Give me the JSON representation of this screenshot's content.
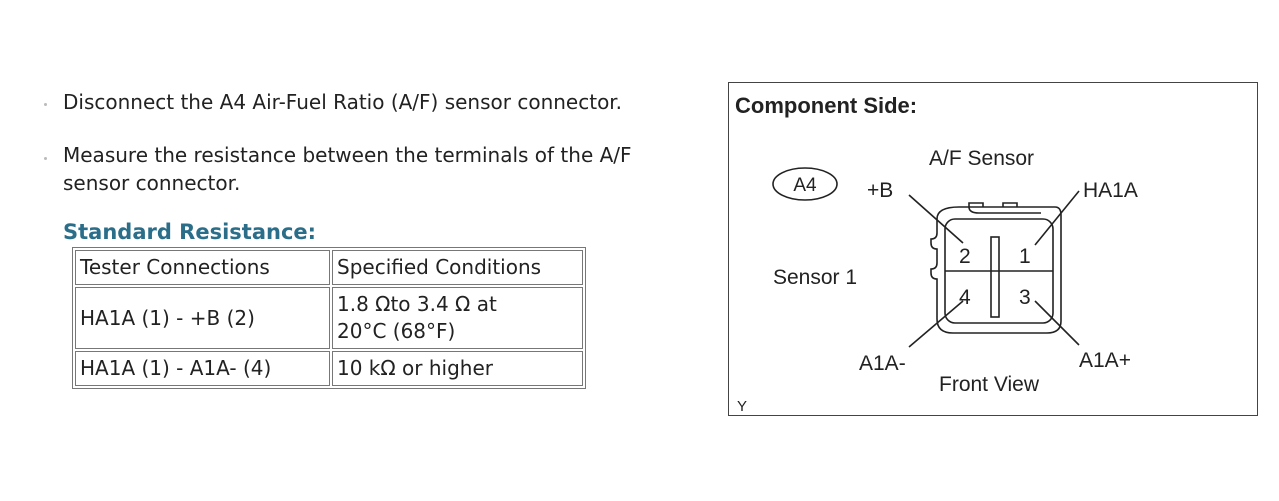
{
  "steps": [
    {
      "text": "Disconnect the A4 Air-Fuel Ratio (A/F) sensor connector."
    },
    {
      "line1": "Measure the resistance between the terminals of the A/F",
      "line2": "sensor connector."
    }
  ],
  "standard_resistance": {
    "heading": "Standard Resistance:",
    "columns": [
      "Tester Connections",
      "Specified Conditions"
    ],
    "rows": [
      {
        "connection": "HA1A (1) - +B (2)",
        "condition_line1": "1.8 Ωto 3.4 Ω at",
        "condition_line2": "20°C (68°F)"
      },
      {
        "connection": "HA1A (1) - A1A- (4)",
        "condition_line1": "10 kΩ or higher"
      }
    ]
  },
  "diagram": {
    "title": "Component Side:",
    "sensor_name": "A/F Sensor",
    "connector_id": "A4",
    "sensor_position": "Sensor 1",
    "view_label": "Front View",
    "corner_mark": "Y",
    "terminals": [
      {
        "number": "1",
        "name": "HA1A"
      },
      {
        "number": "2",
        "name": "+B"
      },
      {
        "number": "3",
        "name": "A1A+"
      },
      {
        "number": "4",
        "name": "A1A-"
      }
    ]
  }
}
